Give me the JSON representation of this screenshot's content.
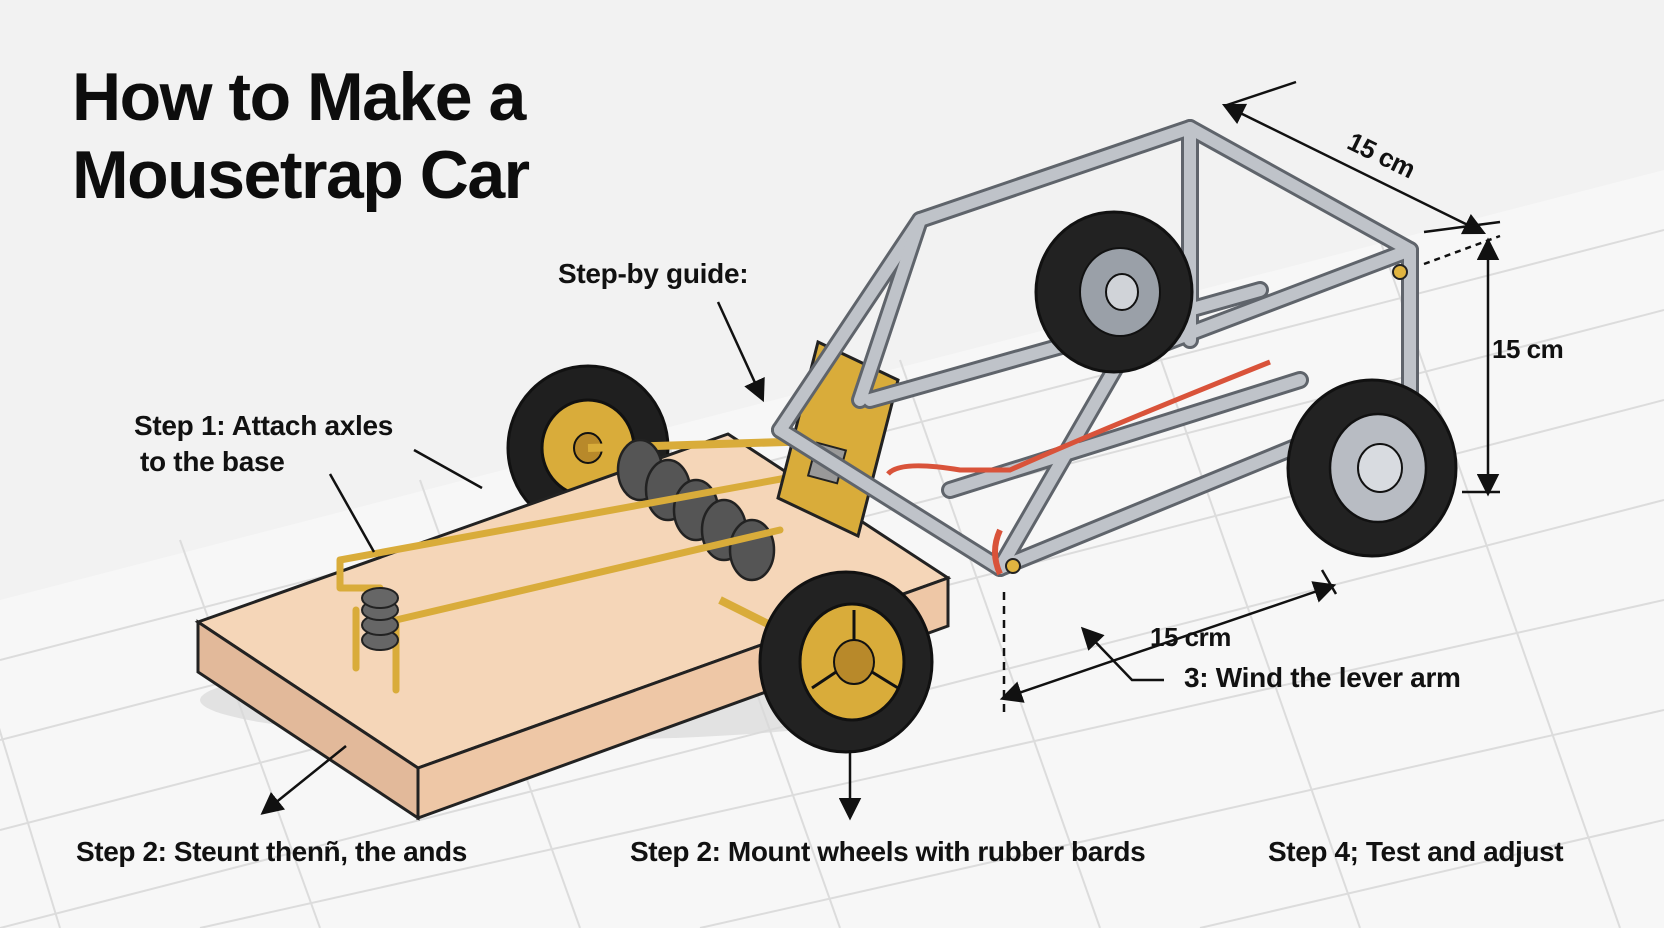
{
  "title": {
    "line1": "How to Make a",
    "line2": "Mousetrap Car"
  },
  "annotations": {
    "guide": "Step-by  guide:",
    "step1_line1": "Step 1: Attach axles",
    "step1_line2": "to the base",
    "step3": "3: Wind the lever arm"
  },
  "dimensions": {
    "length": "15 cm",
    "height": "15 cm",
    "width": "15 crm"
  },
  "captions": {
    "left": "Step 2: Steunt thenñ, the ands",
    "middle": "Step 2: Mount wheels with rubber bards",
    "right": "Step 4; Test and adjust"
  },
  "colors": {
    "background": "#f2f2f2",
    "wood": "#f5d6b8",
    "brass": "#d9ac3a",
    "frame": "#b8bcc3",
    "tire": "#222222",
    "string": "#d9533a"
  }
}
